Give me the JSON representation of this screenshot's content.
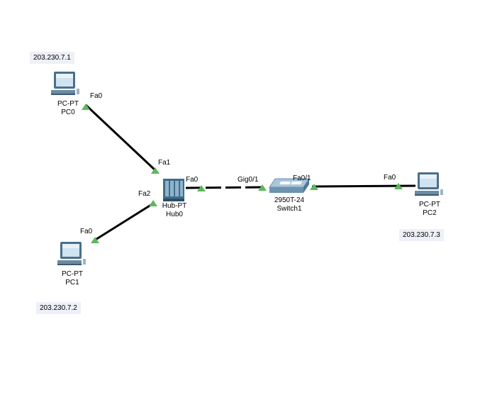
{
  "devices": {
    "pc0": {
      "type": "PC-PT",
      "name": "PC0",
      "ip": "203.230.7.1"
    },
    "pc1": {
      "type": "PC-PT",
      "name": "PC1",
      "ip": "203.230.7.2"
    },
    "pc2": {
      "type": "PC-PT",
      "name": "PC2",
      "ip": "203.230.7.3"
    },
    "hub0": {
      "type": "Hub-PT",
      "name": "Hub0"
    },
    "switch1": {
      "type": "2950T-24",
      "name": "Switch1"
    }
  },
  "ports": {
    "pc0_fa0": "Fa0",
    "hub_fa1": "Fa1",
    "hub_fa2": "Fa2",
    "pc1_fa0": "Fa0",
    "hub_fa0": "Fa0",
    "sw_gig01": "Gig0/1",
    "sw_fa01": "Fa0/1",
    "pc2_fa0": "Fa0"
  },
  "colors": {
    "link": "#000000",
    "link_up_indicator": "#5cb85c",
    "ip_background": "#eef0f8"
  }
}
